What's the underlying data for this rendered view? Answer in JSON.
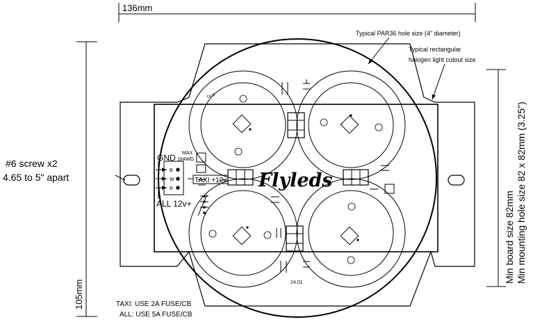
{
  "dimensions": {
    "top_width": "136mm",
    "left_height": "105mm",
    "right_min_board": "Min board size 82mm",
    "right_min_mount": "Min mounting hole size 82 x 82mm (3.25\")"
  },
  "callouts": {
    "par36": "Typical PAR36 hole size (4\" diameter)",
    "halogen_line1": "Typical rectangular",
    "halogen_line2": "halogen light cutout size",
    "screw_line1": "#6 screw x2",
    "screw_line2": "4.65 to 5\" apart"
  },
  "connector": {
    "gnd": "GND",
    "max": "MAX",
    "awg": "18AWG",
    "pin_b": "B",
    "pin_w": "W",
    "pin_r": "R",
    "all": "ALL 12v+",
    "taxi": "TAXI +12v"
  },
  "board": {
    "brand": "Flyleds",
    "taxi_silk": "TAXI",
    "version": "24.01"
  },
  "notes": {
    "taxi_fuse": "TAXI: USE 2A FUSE/CB",
    "all_fuse": "ALL: USE 5A FUSE/CB"
  }
}
